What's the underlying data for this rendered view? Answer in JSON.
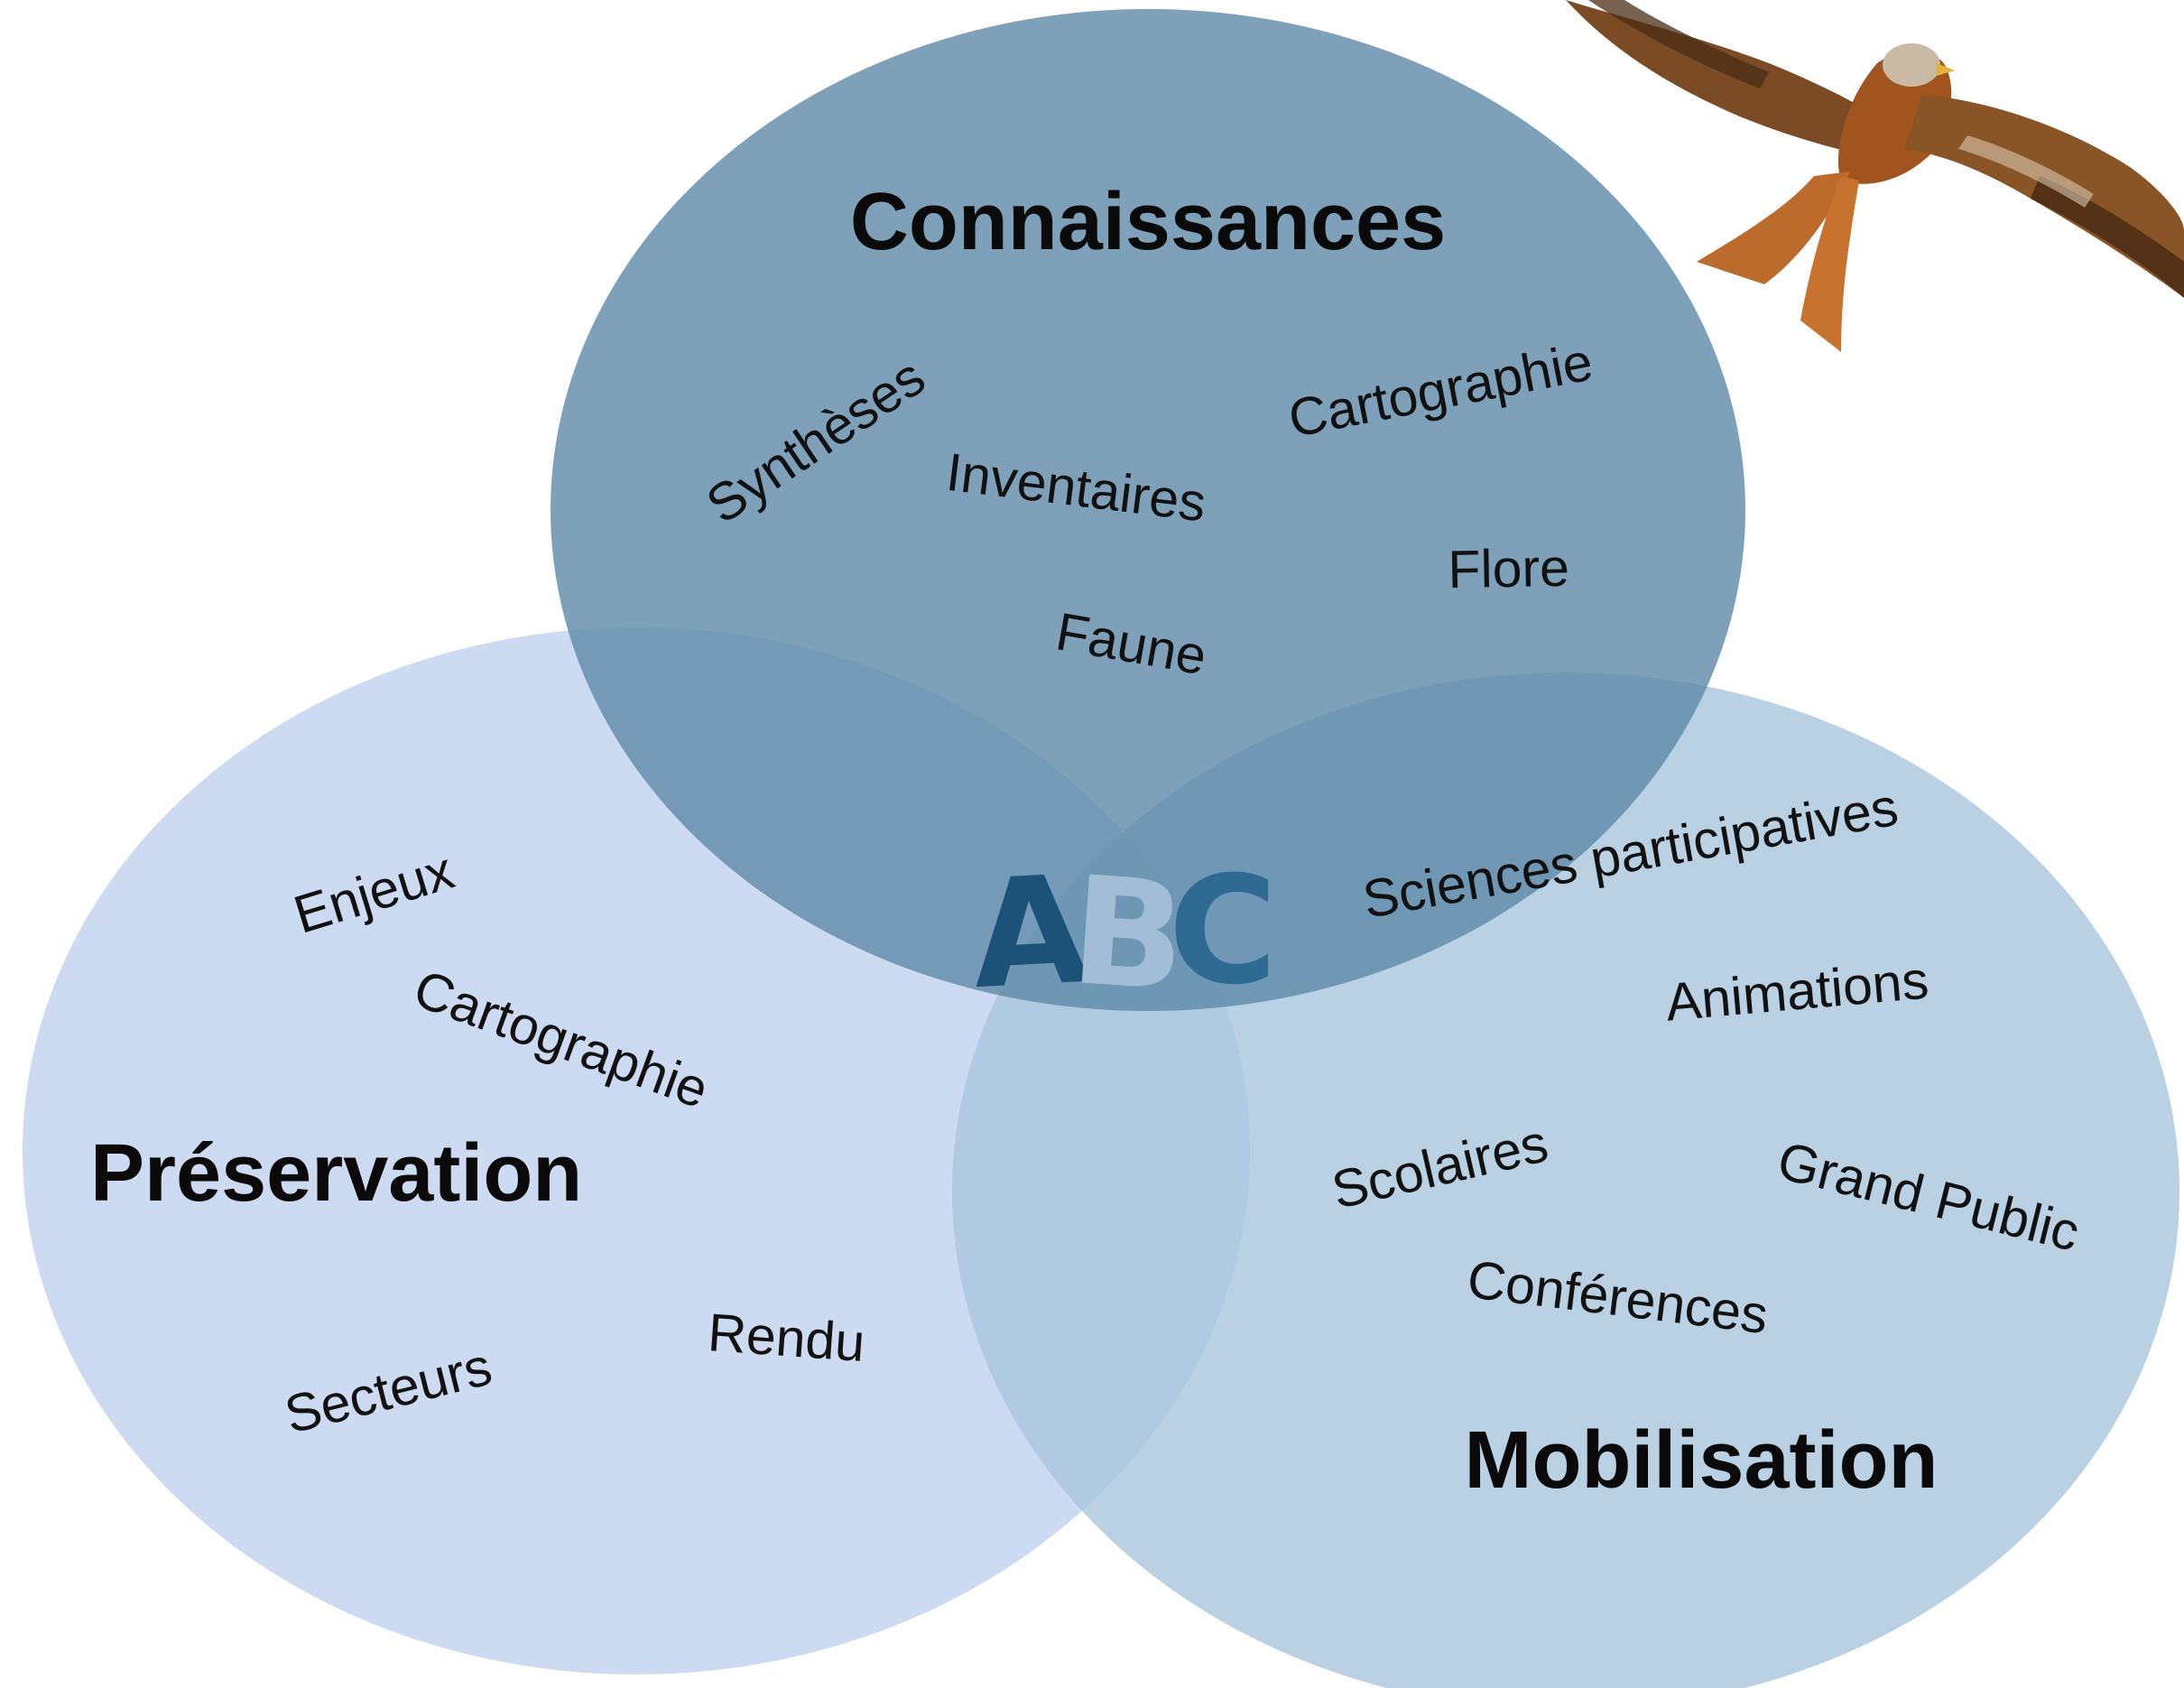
{
  "diagram": {
    "circles": [
      {
        "id": "connaissances",
        "title": "Connaissances",
        "color": "#5E89A8",
        "terms": [
          "Synthèses",
          "Inventaires",
          "Cartographie",
          "Flore",
          "Faune"
        ]
      },
      {
        "id": "preservation",
        "title": "Préservation",
        "color": "#C3D5F0",
        "terms": [
          "Enjeux",
          "Cartographie",
          "Secteurs",
          "Rendu"
        ]
      },
      {
        "id": "mobilisation",
        "title": "Mobilisation",
        "color": "#A7C6DC",
        "terms": [
          "Sciences participatives",
          "Animations",
          "Scolaires",
          "Grand Public",
          "Conférences"
        ]
      }
    ],
    "center_logo": {
      "letters": [
        "A",
        "B",
        "C"
      ],
      "colors": [
        "#1C5278",
        "#A2BED6",
        "#2E6A92"
      ]
    },
    "decoration": {
      "bird_icon": "red-kite-icon"
    }
  }
}
